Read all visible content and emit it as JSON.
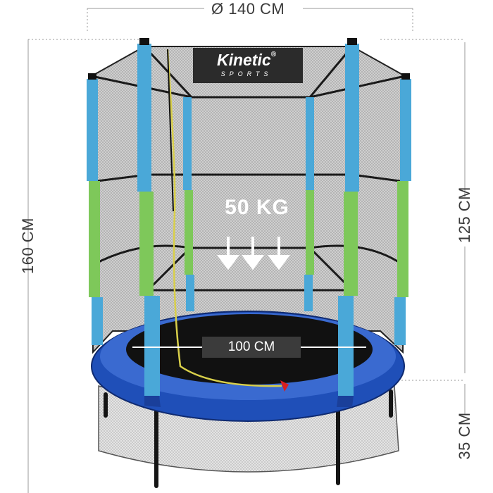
{
  "dimensions": {
    "width": "Ø 140 CM",
    "total_height": "160 CM",
    "net_height": "125 CM",
    "leg_height": "35 CM",
    "mat_diameter": "100 CM"
  },
  "load": {
    "label": "50 KG"
  },
  "brand": {
    "name": "Kinetic",
    "registered": "®",
    "sub": "SPORTS"
  },
  "colors": {
    "pole_blue": "#4aa8d8",
    "pole_green": "#7ec85a",
    "pad_blue": "#1f4fb8",
    "net": "#d8d8d8",
    "frame": "#222222"
  }
}
